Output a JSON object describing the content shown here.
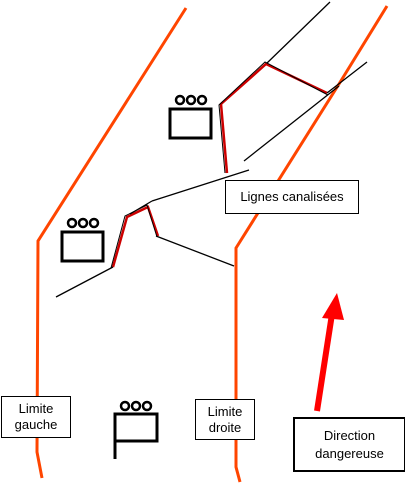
{
  "labels": {
    "lignes_canalisees": "Lignes canalisées",
    "limite_gauche": "Limite\ngauche",
    "limite_droite": "Limite\ndroite",
    "direction_dangereuse": "Direction\ndangereuse"
  },
  "colors": {
    "boundary": "#ff4500",
    "arrow": "#ff0000",
    "line": "#000000",
    "highlight": "#cc0000"
  }
}
